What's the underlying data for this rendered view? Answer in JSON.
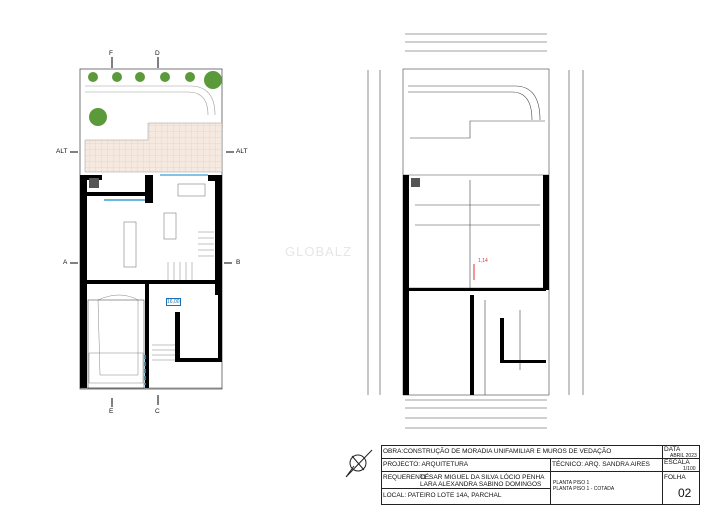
{
  "watermark": "GLOBALZ",
  "section_marks": {
    "top_left": "F",
    "top_right": "D",
    "alt_left": "ALT",
    "alt_right": "ALT",
    "side_left": "A",
    "side_right": "B",
    "bottom_left": "E",
    "bottom_right": "C"
  },
  "dimension_highlight": "1,14",
  "room_area_highlight": "16,00",
  "title_block": {
    "obra": "OBRA:CONSTRUÇÃO DE MORADIA UNIFAMILIAR E MUROS DE VEDAÇÃO",
    "projecto": "PROJECTO: ARQUITETURA",
    "tecnico": "TÉCNICO: ARQ. SANDRA AIRES",
    "requerente_label": "REQUERENTE:",
    "requerente_1": "CÉSAR MIGUEL DA SILVA LÓCIO PENHA",
    "requerente_2": "LARA ALEXANDRA SABINO DOMINGOS",
    "local": "LOCAL: PATEIRO LOTE 14A, PARCHAL",
    "sheet_title_1": "PLANTA PISO 1",
    "sheet_title_2": "PLANTA PISO 1 - COTADA",
    "data_label": "DATA",
    "data_value": "ABRIL 2023",
    "escala_label": "ESCALA",
    "escala_value": "1/100",
    "folha_label": "FOLHA",
    "folha_value": "02"
  },
  "colors": {
    "walls": "#000000",
    "tiles": "#f3e6dc",
    "trees": "#5a9a3a",
    "glazing": "#3a9fd6",
    "highlight": "#e03030"
  }
}
